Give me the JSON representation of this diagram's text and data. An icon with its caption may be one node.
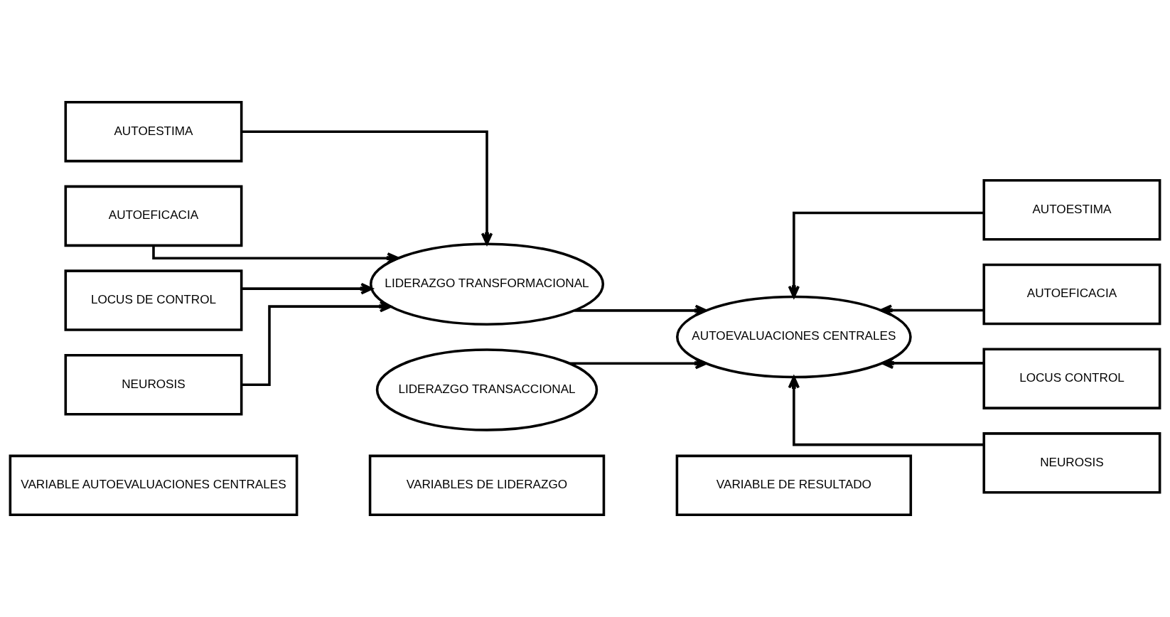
{
  "diagram": {
    "nodes": [
      {
        "text": [
          "VARIABLE AUTOEVALUACIONES CENTRALES"
        ]
      },
      {
        "text": [
          "VARIABLES DE LIDERAZGO"
        ]
      },
      {
        "text": [
          "VARIABLE DE RESULTADO"
        ]
      },
      {
        "text": [
          "AUTOESTIMA"
        ]
      },
      {
        "text": [
          "AUTOEFICACIA"
        ]
      },
      {
        "text": [
          "LOCUS DE CONTROL"
        ]
      },
      {
        "text": [
          "NEUROSIS"
        ]
      },
      {
        "text": [
          "LIDERAZGO TRANSFORMACIONAL"
        ]
      },
      {
        "text": [
          "AUTOEVALUACIONES CENTRALES"
        ]
      },
      {
        "text": [
          "AUTOESTIMA"
        ]
      },
      {
        "text": [
          "AUTOEFICACIA"
        ]
      },
      {
        "text": [
          "LOCUS CONTROL"
        ]
      },
      {
        "text": [
          "NEUROSIS"
        ]
      },
      {
        "text": [
          "LIDERAZGO TRANSACCIONAL"
        ]
      }
    ],
    "edges": [
      {
        "from": 3,
        "to": 7,
        "arrow": "to"
      },
      {
        "from": 4,
        "to": 7,
        "arrow": "to"
      },
      {
        "from": 5,
        "to": 7,
        "arrow": "to"
      },
      {
        "from": 6,
        "to": 7,
        "arrow": "to"
      },
      {
        "from": 7,
        "to": 8,
        "arrow": "to"
      },
      {
        "from": 13,
        "to": 8,
        "arrow": "to"
      },
      {
        "from": 9,
        "to": 8,
        "arrow": "to"
      },
      {
        "from": 10,
        "to": 8,
        "arrow": "to"
      },
      {
        "from": 11,
        "to": 8,
        "arrow": "to"
      },
      {
        "from": 12,
        "to": 8,
        "arrow": "to"
      }
    ]
  }
}
